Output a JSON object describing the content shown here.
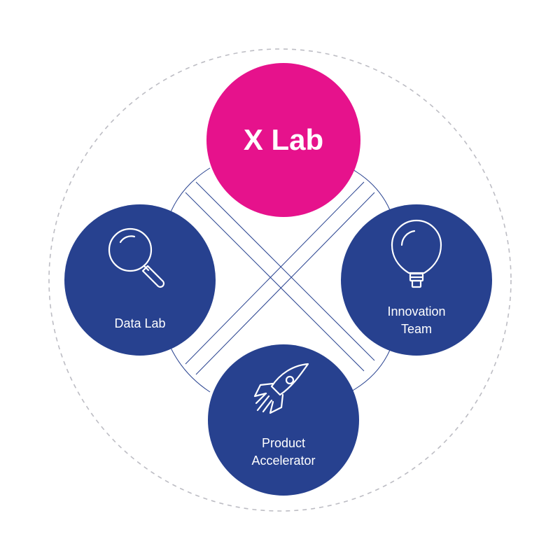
{
  "colors": {
    "hub": "#e6128c",
    "node": "#27418f",
    "connector": "#27418f",
    "outer_ring": "#bdbdc4",
    "text": "#ffffff"
  },
  "hub": {
    "label": "X Lab"
  },
  "nodes": {
    "data_lab": {
      "icon": "magnifier-icon",
      "label": "Data Lab"
    },
    "innovation_team": {
      "icon": "lightbulb-icon",
      "label_line1": "Innovation",
      "label_line2": "Team"
    },
    "product_accelerator": {
      "icon": "rocket-icon",
      "label_line1": "Product",
      "label_line2": "Accelerator"
    }
  }
}
